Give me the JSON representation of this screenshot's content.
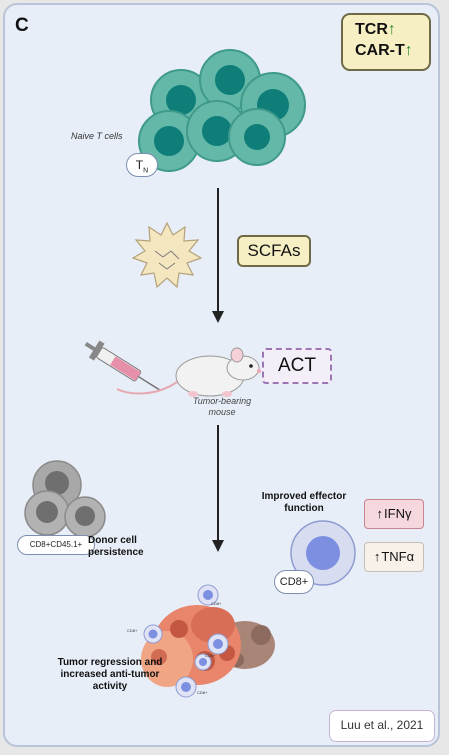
{
  "panel_label": "C",
  "tcr_box": {
    "line1": "TCR",
    "line2": "CAR-T",
    "arrow": "↑"
  },
  "naive_label": "Naive T cells",
  "tn_badge": {
    "main": "T",
    "sub": "N"
  },
  "scfa_label": "SCFAs",
  "act_label": "ACT",
  "mouse_label": "Tumor-bearing mouse",
  "cd45_label": "CD8+CD45.1+",
  "donor_label": "Donor cell persistence",
  "effector_label": "Improved effector function",
  "cd8_label": "CD8+",
  "ifn_label": "IFNγ",
  "tnf_label": "TNFα",
  "up_arrow": "↑",
  "regression_label": "Tumor regression and increased anti-tumor activity",
  "cd8_small_label": "CD8+",
  "citation": "Luu et al., 2021",
  "colors": {
    "background": "#e8eef8",
    "tcell_outer": "#5fb5a5",
    "tcell_inner": "#0f7e78",
    "scfa_fill": "#f4e6bf",
    "donor_cell": "#a3a3a3",
    "cd8_cell": "#8b95d4",
    "tumor": "#e8866a",
    "arrow_up_green": "#2b8a2b"
  }
}
